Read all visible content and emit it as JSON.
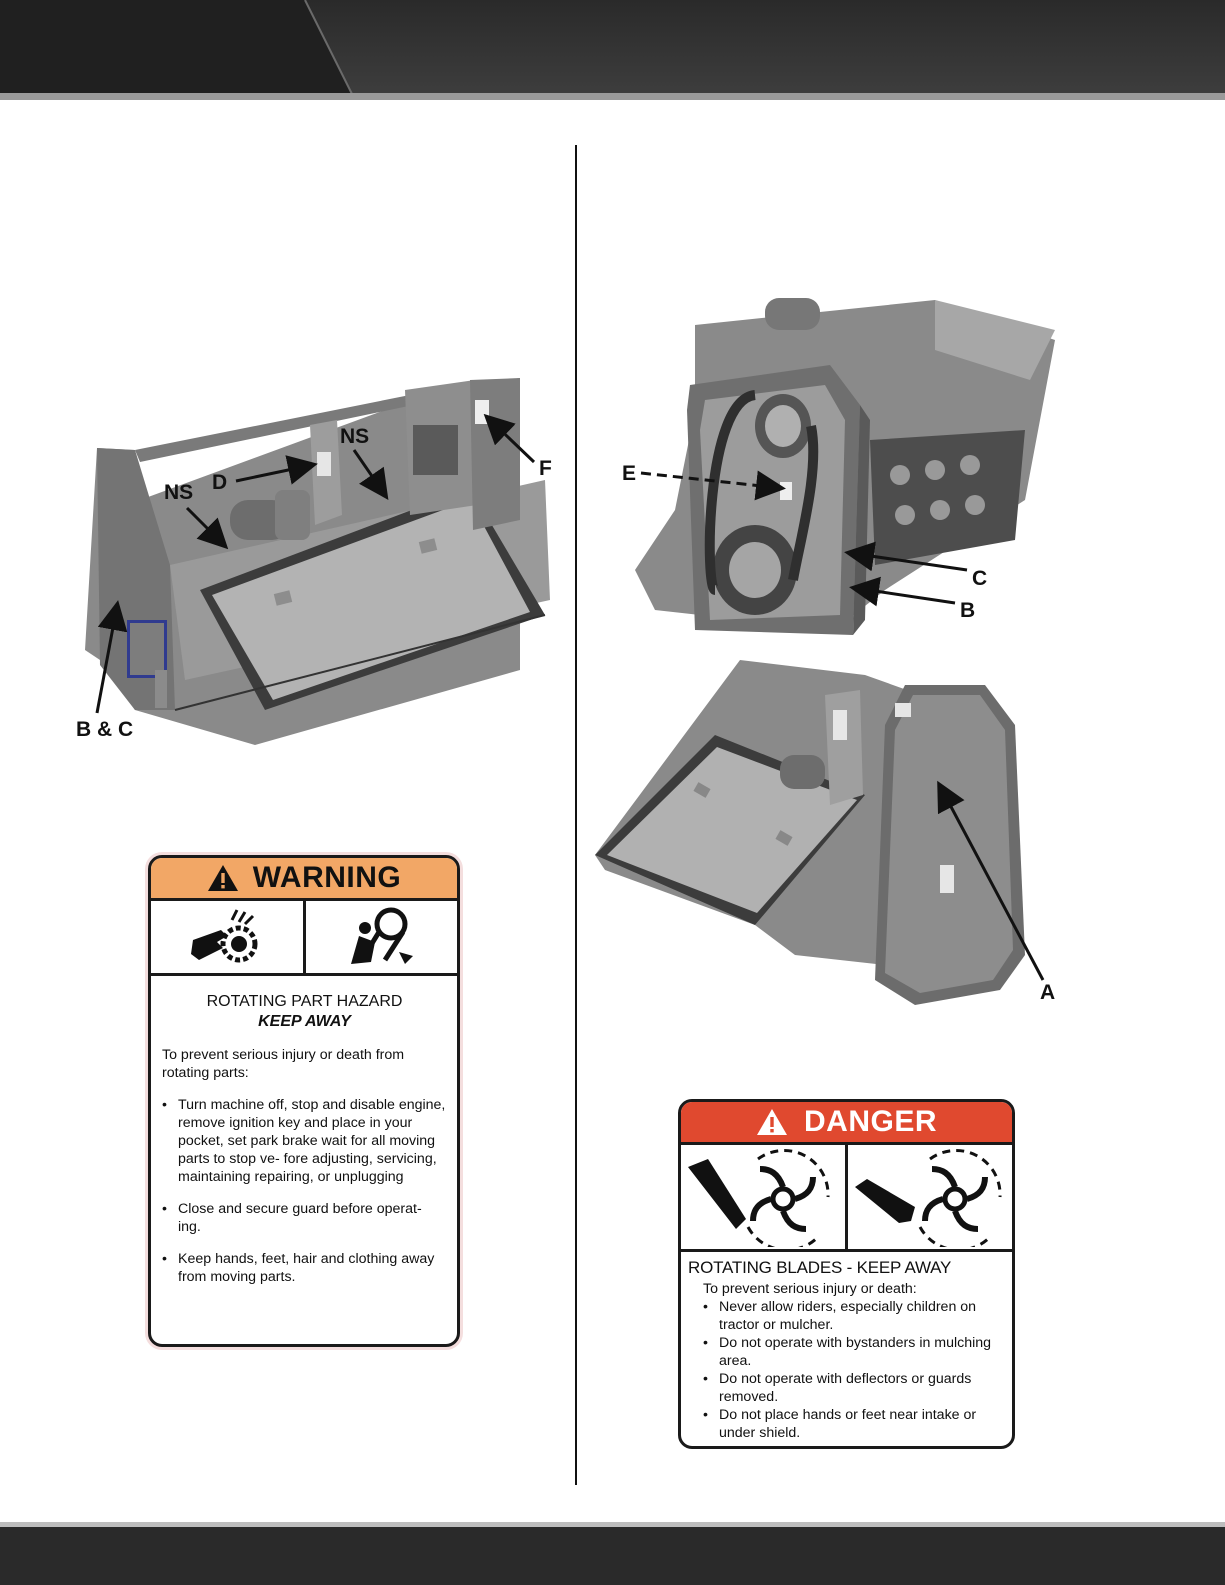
{
  "callouts": {
    "left_ns_1": "NS",
    "left_ns_2": "NS",
    "left_d": "D",
    "left_f": "F",
    "left_bc": "B & C",
    "right_e": "E",
    "right_c": "C",
    "right_b": "B",
    "right_a": "A"
  },
  "warning_decal": {
    "signal_word": "WARNING",
    "title": "ROTATING PART HAZARD",
    "subtitle": "KEEP AWAY",
    "intro": "To prevent serious injury or death from rotating parts:",
    "bullets": [
      "Turn machine off, stop and disable engine, remove ignition key and place in your pocket, set park brake wait for all moving parts to stop ve- fore adjusting, servicing, maintaining repairing, or unplugging",
      "Close and secure guard before operat- ing.",
      "Keep hands, feet, hair and clothing away from moving parts."
    ],
    "header_color": "#f2a766"
  },
  "danger_decal": {
    "signal_word": "DANGER",
    "title": "ROTATING BLADES - KEEP AWAY",
    "intro": "To prevent serious injury or death:",
    "bullets": [
      "Never allow riders, especially children on tractor or mulcher.",
      "Do not operate with bystanders in mulching area.",
      "Do not operate with deflectors or guards removed.",
      "Do not place hands or feet near intake or under shield."
    ],
    "header_color": "#e0492f"
  },
  "icons": [
    "warning-triangle-icon",
    "chain-sprocket-hand-hazard-icon",
    "belt-entanglement-hazard-icon",
    "rotor-blade-hand-hazard-icon",
    "rotor-blade-foot-hazard-icon"
  ]
}
